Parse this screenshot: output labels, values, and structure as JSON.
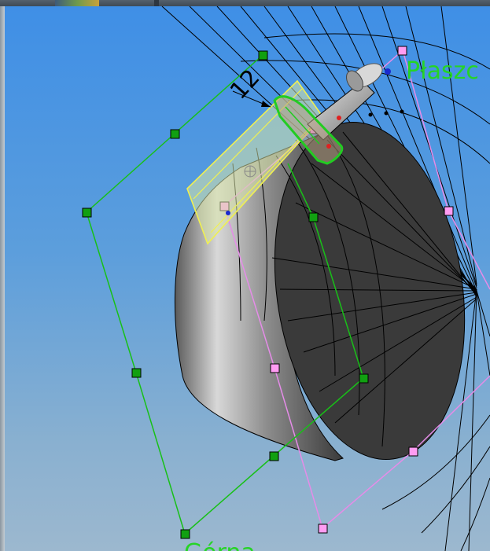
{
  "viewport": {
    "dimension_value": "12",
    "labels": {
      "plaszcz": "Płaszc",
      "gorna": "Górna"
    }
  },
  "colors": {
    "sketch_green": "#18c018",
    "sketch_pink": "#e58ce8",
    "highlight_yellow": "#f0f050",
    "cylinder_dark": "#3a3a3a"
  },
  "icons": [
    "handle-square",
    "origin-triad"
  ]
}
